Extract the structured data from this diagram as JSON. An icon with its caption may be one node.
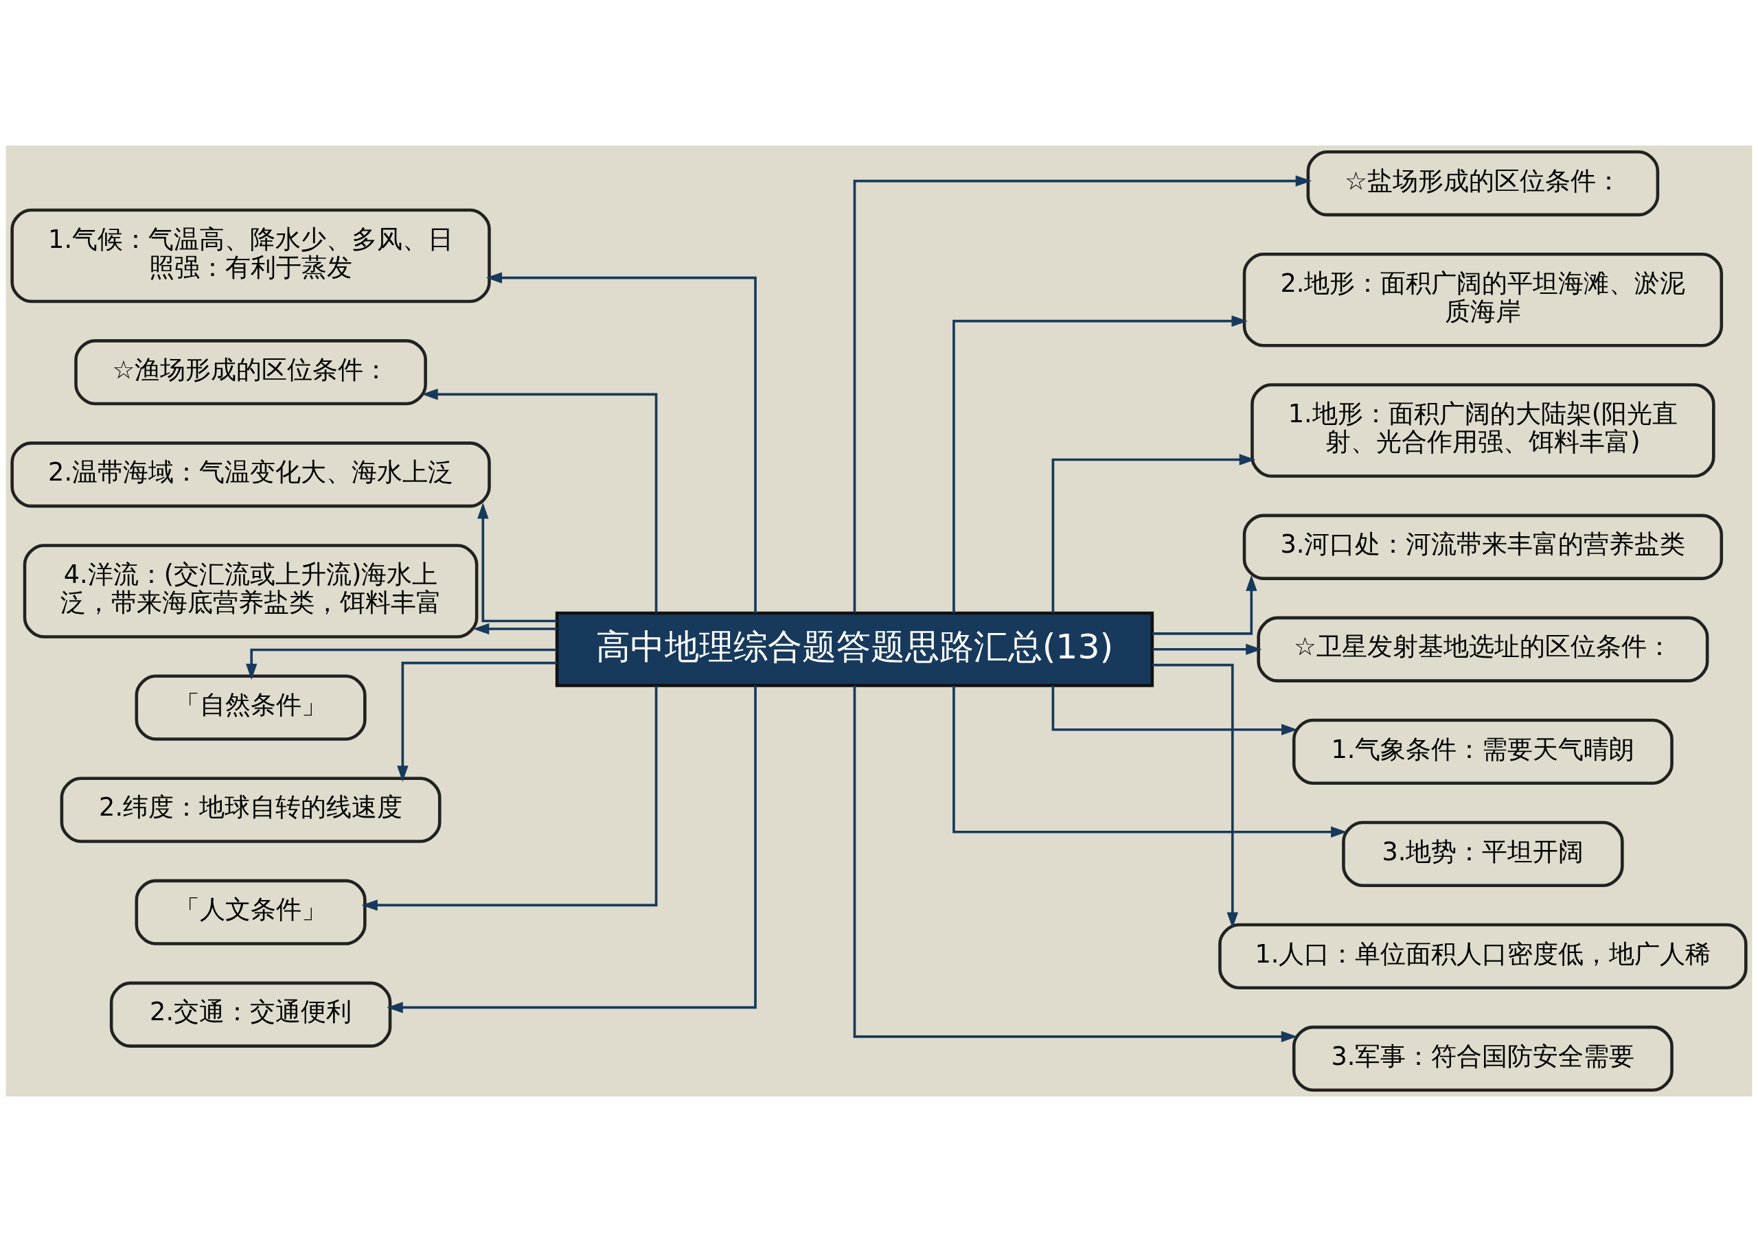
{
  "diagram": {
    "nodes": [
      {
        "text": [
          "高中地理综合题答题思路汇总(13)"
        ]
      },
      {
        "text": [
          "1.气候：气温高、降水少、多风、日照强：有利于蒸发"
        ]
      },
      {
        "text": [
          "☆渔场形成的区位条件："
        ]
      },
      {
        "text": [
          "2.温带海域：气温变化大、海水上泛"
        ]
      },
      {
        "text": [
          "4.洋流：(交汇流或上升流)海水上泛，带来海底营养盐类，饵料丰富"
        ]
      },
      {
        "text": [
          "「自然条件」"
        ]
      },
      {
        "text": [
          "2.纬度：地球自转的线速度"
        ]
      },
      {
        "text": [
          "「人文条件」"
        ]
      },
      {
        "text": [
          "2.交通：交通便利"
        ]
      },
      {
        "text": [
          "☆盐场形成的区位条件："
        ]
      },
      {
        "text": [
          "2.地形：面积广阔的平坦海滩、淤泥质海岸"
        ]
      },
      {
        "text": [
          "1.地形：面积广阔的大陆架(阳光直射、光合作用强、饵料丰富)"
        ]
      },
      {
        "text": [
          "3.河口处：河流带来丰富的营养盐类"
        ]
      },
      {
        "text": [
          "☆卫星发射基地选址的区位条件："
        ]
      },
      {
        "text": [
          "1.气象条件：需要天气晴朗"
        ]
      },
      {
        "text": [
          "3.地势：平坦开阔"
        ]
      },
      {
        "text": [
          "1.人口：单位面积人口密度低，地广人稀"
        ]
      },
      {
        "text": [
          "3.军事：符合国防安全需要"
        ]
      }
    ],
    "edges": [
      {
        "from": 0,
        "to": 1,
        "arrow": "to"
      },
      {
        "from": 0,
        "to": 2,
        "arrow": "to"
      },
      {
        "from": 0,
        "to": 3,
        "arrow": "to"
      },
      {
        "from": 0,
        "to": 4,
        "arrow": "to"
      },
      {
        "from": 0,
        "to": 5,
        "arrow": "to"
      },
      {
        "from": 0,
        "to": 6,
        "arrow": "to"
      },
      {
        "from": 0,
        "to": 7,
        "arrow": "to"
      },
      {
        "from": 0,
        "to": 8,
        "arrow": "to"
      },
      {
        "from": 0,
        "to": 9,
        "arrow": "to"
      },
      {
        "from": 0,
        "to": 10,
        "arrow": "to"
      },
      {
        "from": 0,
        "to": 11,
        "arrow": "to"
      },
      {
        "from": 0,
        "to": 12,
        "arrow": "to"
      },
      {
        "from": 0,
        "to": 13,
        "arrow": "to"
      },
      {
        "from": 0,
        "to": 14,
        "arrow": "to"
      },
      {
        "from": 0,
        "to": 15,
        "arrow": "to"
      },
      {
        "from": 0,
        "to": 16,
        "arrow": "to"
      },
      {
        "from": 0,
        "to": 17,
        "arrow": "to"
      }
    ]
  }
}
